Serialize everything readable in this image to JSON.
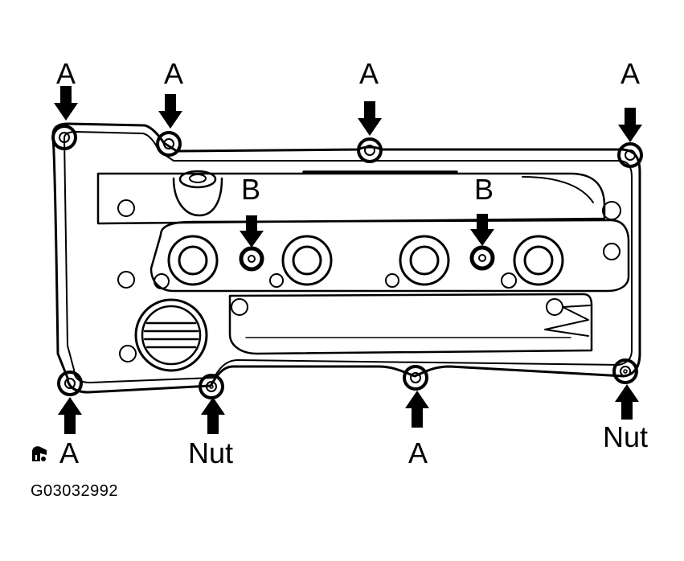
{
  "labels": {
    "a_top_1": "A",
    "a_top_2": "A",
    "a_top_3": "A",
    "a_top_4": "A",
    "b_left": "B",
    "b_right": "B",
    "a_bottom_left": "A",
    "nut_bottom_left": "Nut",
    "a_bottom_center": "A",
    "nut_bottom_right": "Nut"
  },
  "figure_code": "G03032992",
  "colors": {
    "ink": "#000000",
    "paper": "#ffffff"
  },
  "icons": [
    "arrow-down-icon",
    "arrow-up-icon",
    "bolt-icon",
    "nut-icon",
    "manufacturer-logo-icon"
  ]
}
